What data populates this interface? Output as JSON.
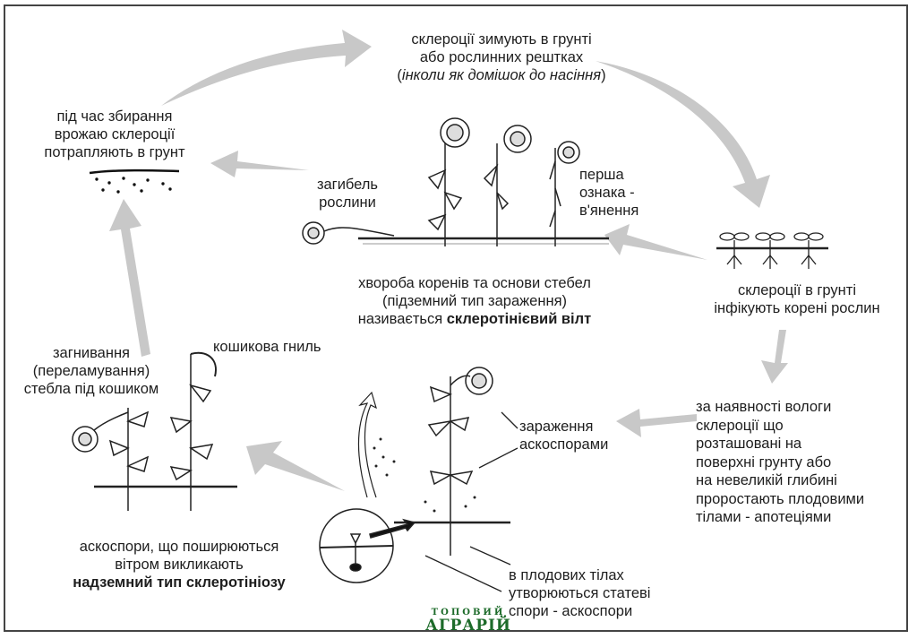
{
  "diagram": {
    "topic": "sclerotinia life cycle on sunflower",
    "arrow_color": "#c8c8c8",
    "line_color": "#1a1a1a",
    "logo_color": "#1d6b2a",
    "labels": {
      "overwinter": {
        "line1": "склероції зимують в грунті",
        "line2": "або рослинних рештках",
        "line3_open": "(",
        "line3_italic": "інколи як домішок до насіння",
        "line3_close": ")"
      },
      "harvest": {
        "line1": "під час збирання",
        "line2": "врожаю склероції",
        "line3": "потрапляють в грунт"
      },
      "plant_death": {
        "line1": "загибель",
        "line2": "рослини"
      },
      "first_sign": {
        "line1": "перша",
        "line2": "ознака -",
        "line3": "в'янення"
      },
      "root_disease": {
        "line1": "хвороба коренів та основи стебел",
        "line2": "(підземний тип зараження)",
        "line3_plain": "називається ",
        "line3_bold": "склеротінієвий вілт"
      },
      "soil_infect": {
        "line1": "склероції в грунті",
        "line2": "інфікують корені рослин"
      },
      "stem_rot": {
        "line1": "загнивання",
        "line2": "(переламування)",
        "line3": "стебла під кошиком"
      },
      "head_rot": "кошикова гниль",
      "ascospore_infection": {
        "line1": "зараження",
        "line2": "аскоспорами"
      },
      "moisture": {
        "lines": [
          "за наявності вологи",
          "склероції що",
          "розташовані на",
          "поверхні грунту або",
          "на невеликій глибині",
          "проростають плодовими",
          "тілами - апотеціями"
        ]
      },
      "wind_spores": {
        "line1": "аскоспори, що поширюються",
        "line2": "вітром викликають",
        "line3": "надземний тип склеротініозу"
      },
      "fruiting_bodies": {
        "line1": "в плодових тілах",
        "line2": "утворюються статеві",
        "line3": "спори - аскоспори"
      }
    },
    "logo": {
      "top": "ТОПОВИЙ",
      "bottom": "АГРАРІЙ"
    }
  }
}
